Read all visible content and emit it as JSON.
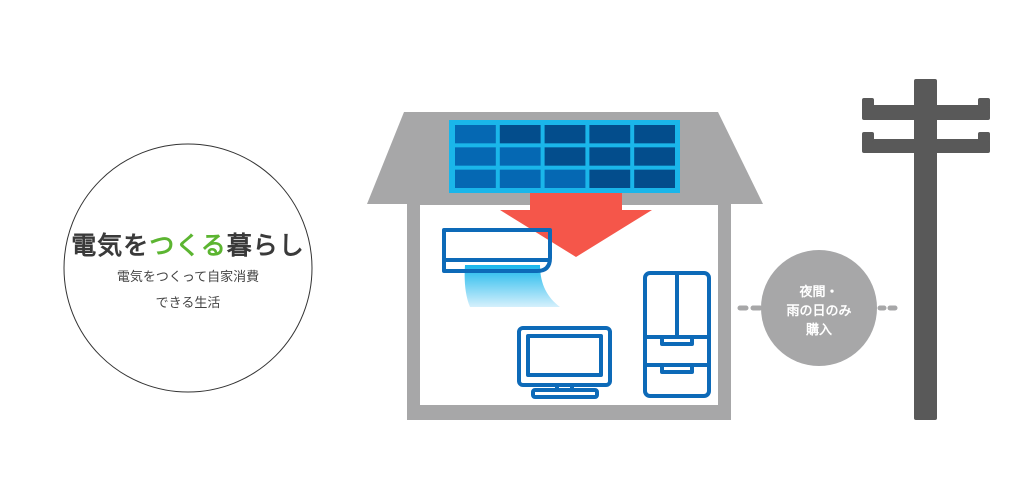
{
  "left_circle": {
    "title_part1": "電気を",
    "title_highlight": "つくる",
    "title_part2": "暮らし",
    "subtitle_line1": "電気をつくって自家消費",
    "subtitle_line2": "できる生活"
  },
  "grid_purchase": {
    "line1": "夜間・",
    "line2": "雨の日のみ",
    "line3": "購入"
  },
  "colors": {
    "house": "#a7a7a8",
    "panel_frame": "#1ab6ea",
    "panel_cell": "#0568b3",
    "arrow": "#f5564a",
    "appliance": "#0d6ab8",
    "pole": "#595959",
    "highlight": "#5cb531"
  }
}
